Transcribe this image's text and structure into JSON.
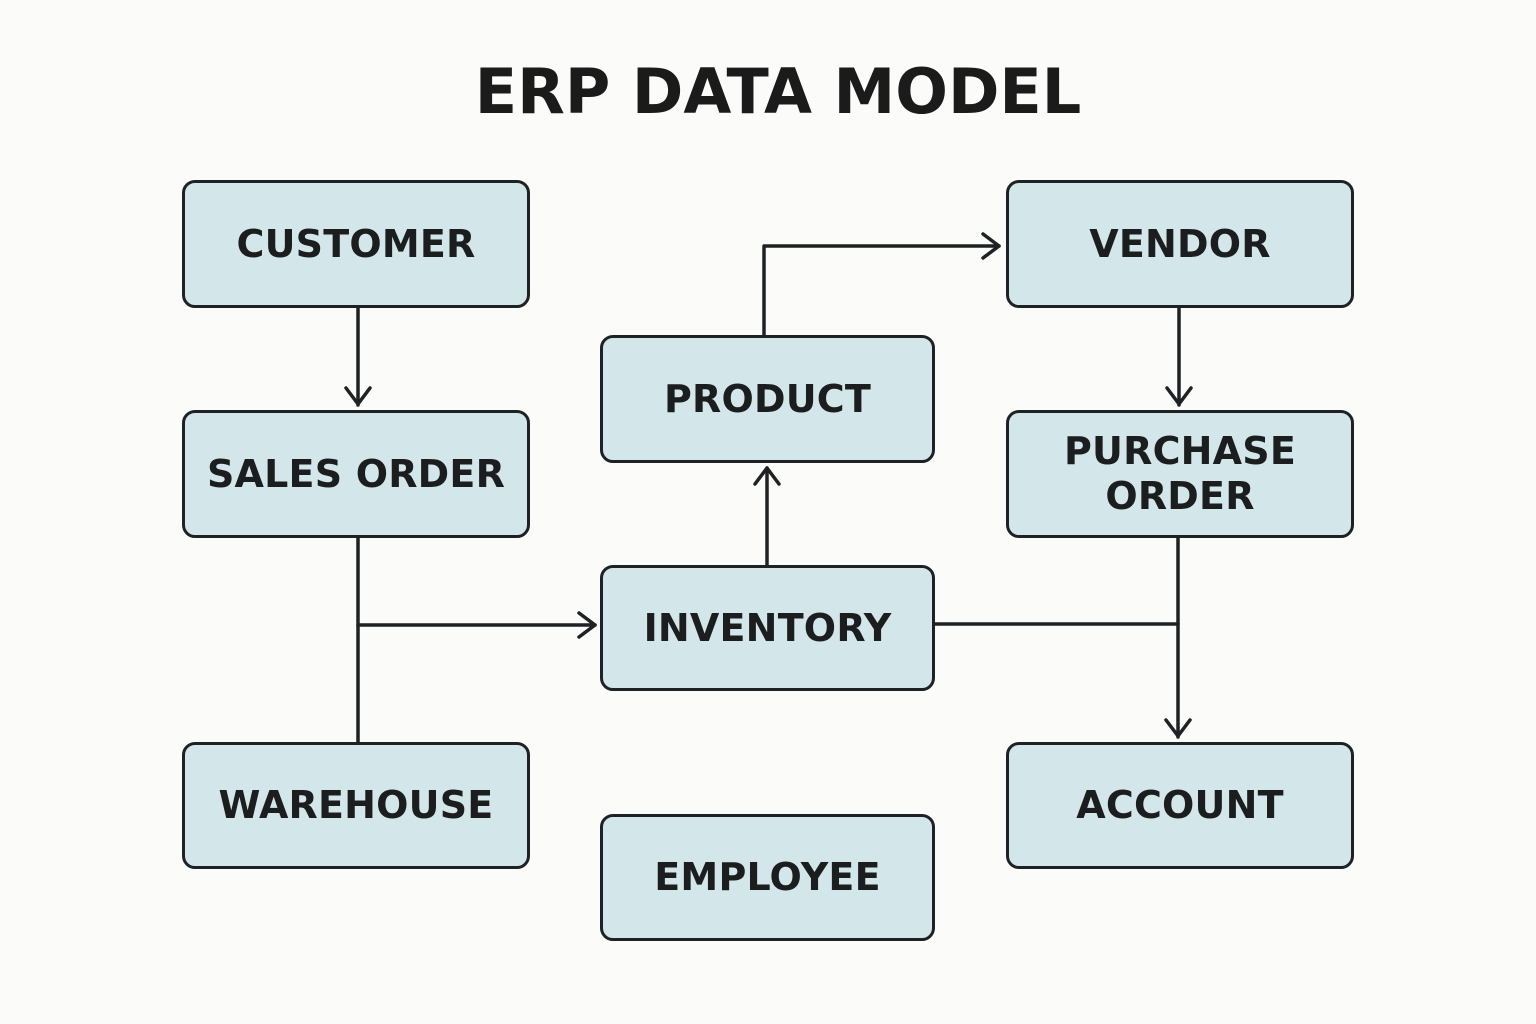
{
  "title": "ERP DATA MODEL",
  "colors": {
    "background": "#fbfbf9",
    "box_fill": "#d3e7ea",
    "box_border": "#1e2224",
    "text": "#1b1d1e",
    "connector": "#1e2224"
  },
  "entities": {
    "customer": {
      "label": "CUSTOMER"
    },
    "sales_order": {
      "label": "SALES ORDER"
    },
    "warehouse": {
      "label": "WAREHOUSE"
    },
    "product": {
      "label": "PRODUCT"
    },
    "inventory": {
      "label": "INVENTORY"
    },
    "employee": {
      "label": "EMPLOYEE"
    },
    "vendor": {
      "label": "VENDOR"
    },
    "purchase_order": {
      "label": "PURCHASE\nORDER"
    },
    "account": {
      "label": "ACCOUNT"
    }
  },
  "relationships": [
    {
      "from": "CUSTOMER",
      "to": "SALES ORDER",
      "directed": true
    },
    {
      "from": "SALES ORDER",
      "to": "INVENTORY",
      "directed": true
    },
    {
      "from": "WAREHOUSE",
      "to": "INVENTORY",
      "directed": true,
      "shared_path_with": "SALES ORDER"
    },
    {
      "from": "INVENTORY",
      "to": "PRODUCT",
      "directed": true
    },
    {
      "from": "PRODUCT",
      "to": "VENDOR",
      "directed": true
    },
    {
      "from": "VENDOR",
      "to": "PURCHASE ORDER",
      "directed": true
    },
    {
      "from": "PURCHASE ORDER",
      "to": "ACCOUNT",
      "directed": true
    },
    {
      "from": "INVENTORY",
      "to": "ACCOUNT",
      "directed": true,
      "shared_path_with": "PURCHASE ORDER"
    }
  ]
}
